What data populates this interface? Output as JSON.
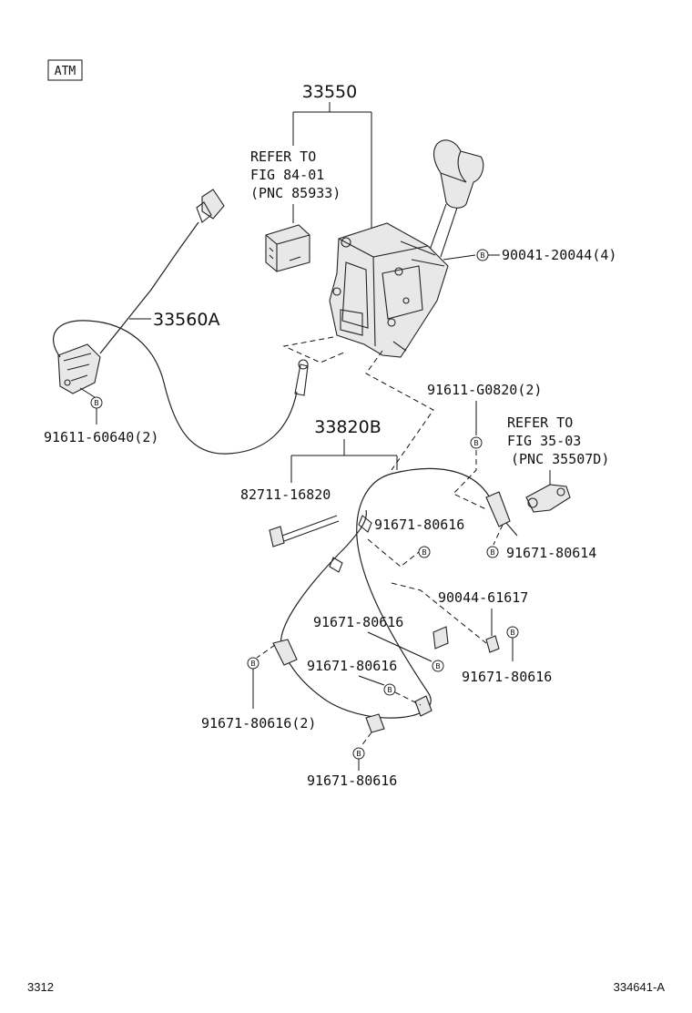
{
  "tag": "ATM",
  "bolt_letter": "B",
  "labels": {
    "main_assy": "33550",
    "refer1_l1": "REFER TO",
    "refer1_l2": "FIG 84-01",
    "refer1_l3": "(PNC 85933)",
    "bolt_90041": "90041-20044(4)",
    "cable_33560a": "33560A",
    "bolt_91611_60640": "91611-60640(2)",
    "cable_33820b": "33820B",
    "bolt_91611_g0820": "91611-G0820(2)",
    "refer2_l1": "REFER TO",
    "refer2_l2": "FIG 35-03",
    "refer2_l3": "(PNC 35507D)",
    "clamp_82711": "82711-16820",
    "bolt_80616_a": "91671-80616",
    "bolt_80614": "91671-80614",
    "bolt_90044": "90044-61617",
    "bolt_80616_b": "91671-80616",
    "bolt_80616_c": "91671-80616",
    "bolt_80616_d": "91671-80616",
    "bolt_80616_2": "91671-80616(2)",
    "bolt_80616_e": "91671-80616"
  },
  "footer": {
    "left": "3312",
    "right": "334641-A"
  }
}
